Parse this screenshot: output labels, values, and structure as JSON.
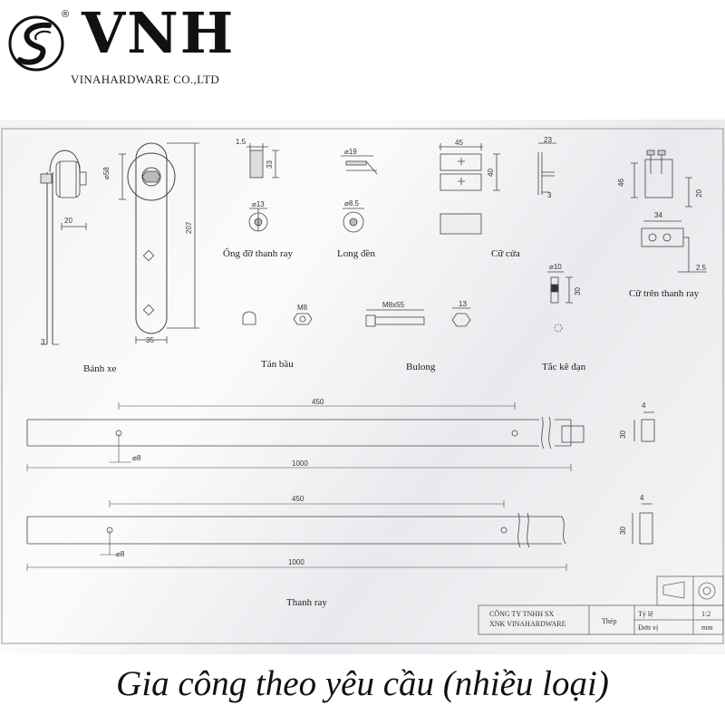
{
  "logo": {
    "brand": "VNH",
    "registered": "®",
    "company": "VINAHARDWARE CO.,LTD"
  },
  "parts": {
    "wheel": {
      "label": "Bánh xe",
      "dia": "⌀58",
      "height": "207",
      "width": "35",
      "offset": "20",
      "thickness": "3"
    },
    "tube": {
      "label": "Ống đỡ thanh ray",
      "t": "1.5",
      "h": "33",
      "dia": "⌀13"
    },
    "washer": {
      "label": "Long đền",
      "dia1": "⌀19",
      "dia2": "⌀8.5"
    },
    "stop": {
      "label": "Cữ cửa",
      "w": "45",
      "h": "40",
      "w2": "23",
      "t": "3"
    },
    "rail_stop": {
      "label": "Cữ trên thanh ray",
      "h": "46",
      "h2": "20",
      "w": "34",
      "t": "2.5"
    },
    "nut": {
      "label": "Tán bầu",
      "size": "M8"
    },
    "bolt": {
      "label": "Bulong",
      "size": "M8x55",
      "head": "13"
    },
    "anchor": {
      "label": "Tắc kê đạn",
      "dia": "⌀10",
      "len": "30"
    },
    "rail": {
      "label": "Thanh ray",
      "rail1": {
        "spacing": "450",
        "hole": "⌀8",
        "length": "1000"
      },
      "rail2": {
        "spacing": "450",
        "hole": "⌀8",
        "length": "1000"
      },
      "end1": {
        "h": "30",
        "t": "4"
      },
      "end2": {
        "h": "30",
        "t": "4"
      }
    }
  },
  "title_block": {
    "company_line1": "CÔNG TY TNHH SX",
    "company_line2": "XNK VINAHARDWARE",
    "material": "Thép",
    "scale_label": "Tỷ lệ",
    "scale_value": "1:2",
    "unit_label": "Đơn vị",
    "unit_value": "mm"
  },
  "caption": "Gia công theo yêu cầu (nhiều loại)"
}
